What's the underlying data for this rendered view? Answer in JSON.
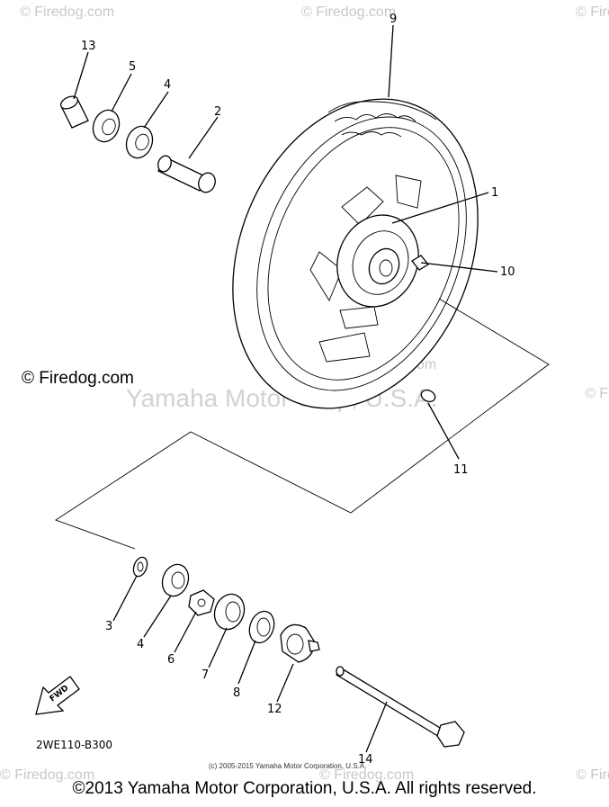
{
  "watermarks": {
    "corner": "© Firedog.com",
    "main": "Yamaha Motor Corp, U.S.A.",
    "firedog": "© Firedog.com"
  },
  "callouts": {
    "p13": "13",
    "p5_top": "5",
    "p4_top": "4",
    "p2": "2",
    "p9": "9",
    "p1": "1",
    "p10": "10",
    "p11": "11",
    "p3": "3",
    "p4_bot": "4",
    "p6": "6",
    "p7": "7",
    "p8": "8",
    "p12": "12",
    "p14": "14"
  },
  "fwd_label": "FWD",
  "diagram_code": "2WE110-B300",
  "small_copyright": "(c) 2005-2015 Yamaha Motor Corporation, U.S.A.",
  "footer": "©2013 Yamaha Motor Corporation, U.S.A. All rights reserved."
}
